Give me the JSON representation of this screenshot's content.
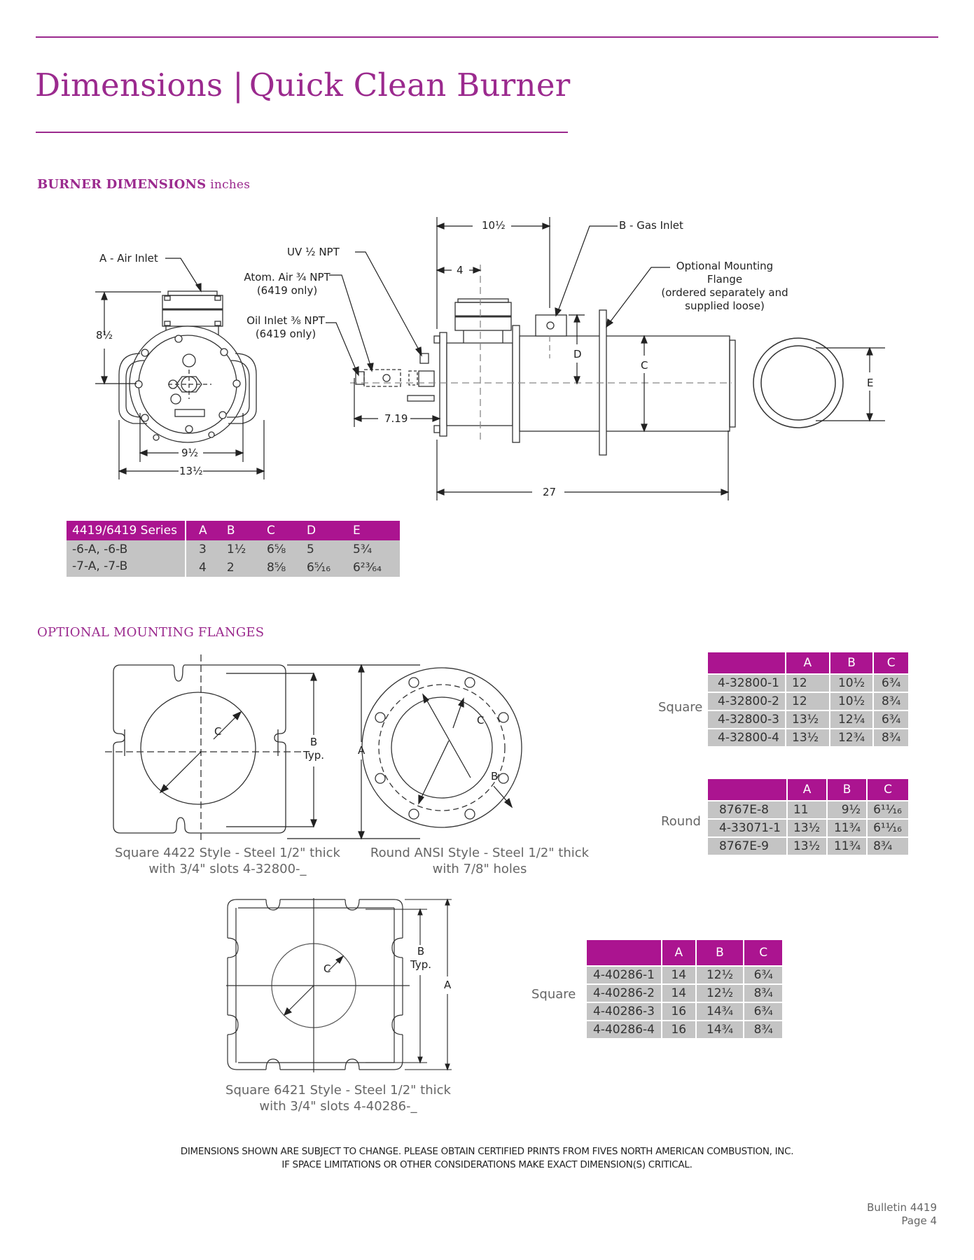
{
  "page": {
    "title_left": "Dimensions",
    "title_separator": "|",
    "title_right": "Quick Clean Burner",
    "accent_color": "#9b2a8e",
    "table_header_color": "#ab1490",
    "table_cell_color": "#c4c4c4"
  },
  "burner_section": {
    "heading": "BURNER DIMENSIONS",
    "unit": "inches",
    "labels": {
      "air_inlet": "A - Air Inlet",
      "uv": "UV ½ NPT",
      "atom_air_1": "Atom. Air ¾ NPT",
      "atom_air_2": "(6419 only)",
      "oil_inlet_1": "Oil Inlet ⅜ NPT",
      "oil_inlet_2": "(6419 only)",
      "gas_inlet": "B - Gas Inlet",
      "flange_1": "Optional Mounting",
      "flange_2": "Flange",
      "flange_3": "(ordered separately and",
      "flange_4": "supplied loose)",
      "dim_height": "8½",
      "dim_inner_width": "9½",
      "dim_outer_width": "13½",
      "dim_7_19": "7.19",
      "dim_10_5": "10½",
      "dim_4": "4",
      "dim_D": "D",
      "dim_C": "C",
      "dim_E": "E",
      "dim_27": "27"
    },
    "table": {
      "headers": [
        "4419/6419 Series",
        "A",
        "B",
        "C",
        "D",
        "E"
      ],
      "rows": [
        [
          "-6-A, -6-B",
          "3",
          "1½",
          "6⅝",
          "5",
          "5¾"
        ],
        [
          "-7-A,  -7-B",
          "4",
          "2",
          "8⅝",
          "6⁵⁄₁₆",
          "6²³⁄₆₄"
        ]
      ]
    }
  },
  "flanges_section": {
    "heading": "OPTIONAL MOUNTING FLANGES",
    "square_4422": {
      "caption_1": "Square 4422 Style - Steel 1/2\" thick",
      "caption_2": "with 3/4\" slots 4-32800-_",
      "label_C": "C",
      "label_B": "B",
      "label_typ": "Typ.",
      "label_A": "A"
    },
    "round_ansi": {
      "caption_1": "Round ANSI Style - Steel 1/2\" thick",
      "caption_2": "with 7/8\" holes",
      "label_C": "C",
      "label_B": "B"
    },
    "square_6421": {
      "caption_1": "Square 6421 Style - Steel 1/2\" thick",
      "caption_2": "with 3/4\" slots 4-40286-_",
      "label_C": "C",
      "label_B": "B",
      "label_typ": "Typ.",
      "label_A": "A"
    },
    "square_table": {
      "row_label": "Square",
      "headers": [
        "",
        "A",
        "B",
        "C"
      ],
      "rows": [
        [
          "4-32800-1",
          "12",
          "10½",
          "6¾"
        ],
        [
          "4-32800-2",
          "12",
          "10½",
          "8¾"
        ],
        [
          "4-32800-3",
          "13½",
          "12¼",
          "6¾"
        ],
        [
          "4-32800-4",
          "13½",
          "12¾",
          "8¾"
        ]
      ]
    },
    "round_table": {
      "row_label": "Round",
      "headers": [
        "",
        "A",
        "B",
        "C"
      ],
      "rows": [
        [
          "8767E-8",
          "11",
          "9½",
          "6¹¹⁄₁₆"
        ],
        [
          "4-33071-1",
          "13½",
          "11¾",
          "6¹¹⁄₁₆"
        ],
        [
          "8767E-9",
          "13½",
          "11¾",
          "8¾"
        ]
      ]
    },
    "square_6421_table": {
      "row_label": "Square",
      "headers": [
        "",
        "A",
        "B",
        "C"
      ],
      "rows": [
        [
          "4-40286-1",
          "14",
          "12½",
          "6¾"
        ],
        [
          "4-40286-2",
          "14",
          "12½",
          "8¾"
        ],
        [
          "4-40286-3",
          "16",
          "14¾",
          "6¾"
        ],
        [
          "4-40286-4",
          "16",
          "14¾",
          "8¾"
        ]
      ]
    }
  },
  "footer": {
    "disclaimer_1": "DIMENSIONS SHOWN ARE SUBJECT TO CHANGE. PLEASE OBTAIN CERTIFIED PRINTS FROM FIVES NORTH AMERICAN COMBUSTION, INC.",
    "disclaimer_2": "IF SPACE LIMITATIONS OR OTHER CONSIDERATIONS MAKE EXACT DIMENSION(S) CRITICAL.",
    "bulletin": "Bulletin 4419",
    "page": "Page 4"
  }
}
